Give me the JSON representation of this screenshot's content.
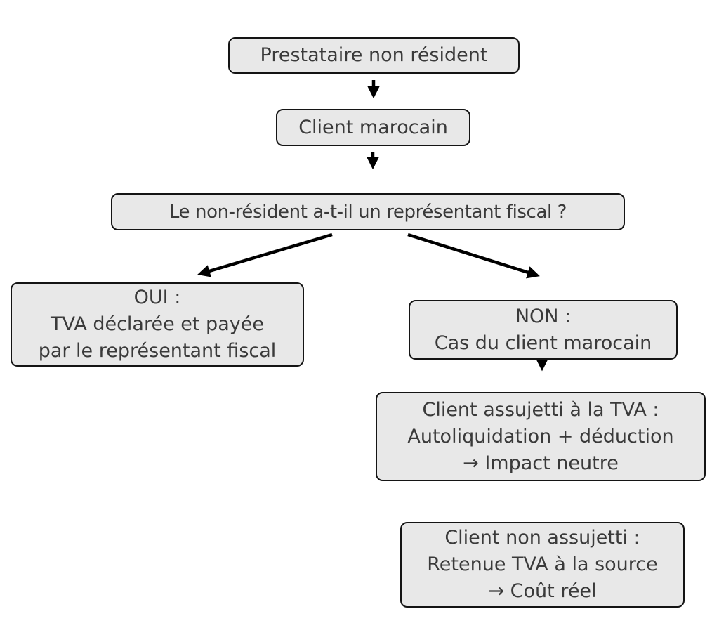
{
  "diagram": {
    "type": "flowchart",
    "nodes": {
      "prestataire": {
        "label": "Prestataire non résident"
      },
      "client": {
        "label": "Client marocain"
      },
      "question": {
        "label": "Le non-résident a-t-il un représentant fiscal ?"
      },
      "oui": {
        "lines": [
          "OUI :",
          "TVA déclarée et payée",
          "par le représentant fiscal"
        ]
      },
      "non": {
        "lines": [
          "NON :",
          "Cas du client marocain"
        ]
      },
      "assujetti": {
        "lines": [
          "Client assujetti à la TVA :",
          "Autoliquidation + déduction",
          "→ Impact neutre"
        ]
      },
      "non_assujetti": {
        "lines": [
          "Client non assujetti :",
          "Retenue TVA à la source",
          "→ Coût réel"
        ]
      }
    },
    "edges": [
      {
        "from": "prestataire",
        "to": "client"
      },
      {
        "from": "client",
        "to": "question"
      },
      {
        "from": "question",
        "to": "oui"
      },
      {
        "from": "question",
        "to": "non"
      },
      {
        "from": "non",
        "to": "assujetti"
      }
    ],
    "colors": {
      "node_fill": "#e8e8e8",
      "node_border": "#141414",
      "text": "#3a3a3a",
      "arrow": "#000000",
      "background": "#ffffff"
    }
  }
}
